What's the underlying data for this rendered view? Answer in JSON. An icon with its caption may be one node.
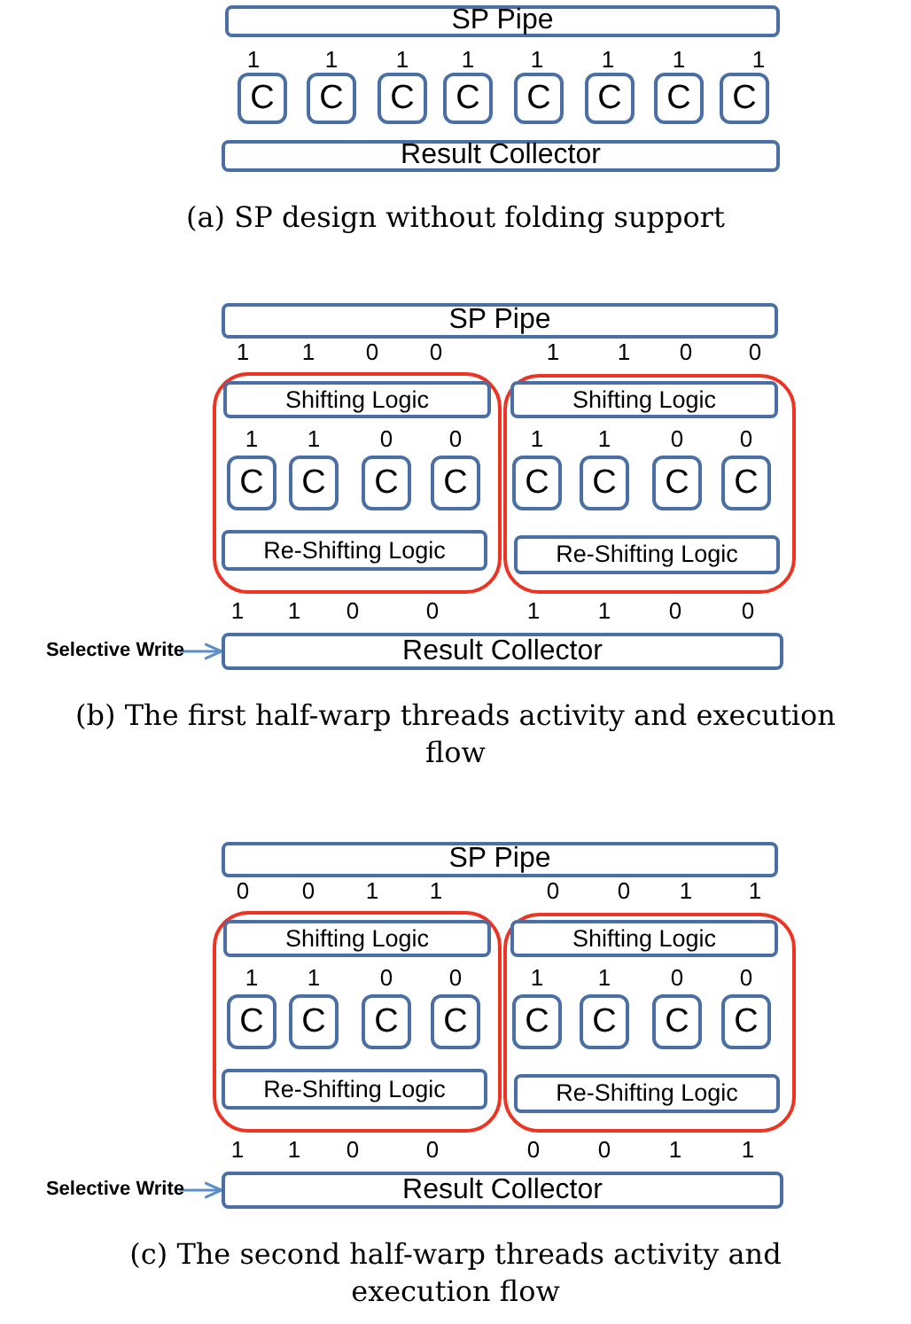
{
  "diagram": {
    "nodes": [
      {
        "text": [
          "SP Pipe"
        ]
      },
      {
        "text": [
          "C"
        ]
      },
      {
        "text": [
          "C"
        ]
      },
      {
        "text": [
          "C"
        ]
      },
      {
        "text": [
          "C"
        ]
      },
      {
        "text": [
          "C"
        ]
      },
      {
        "text": [
          "C"
        ]
      },
      {
        "text": [
          "C"
        ]
      },
      {
        "text": [
          "C"
        ]
      },
      {
        "text": [
          "Result Collector"
        ]
      },
      {
        "text": [
          "SP Pipe"
        ]
      },
      {
        "text": [],
        "shape": "box"
      },
      {
        "text": [
          "Shifting Logic"
        ],
        "in": 11
      },
      {
        "text": [
          "C"
        ],
        "in": 11
      },
      {
        "text": [
          "C"
        ],
        "in": 11
      },
      {
        "text": [
          "C"
        ],
        "in": 11
      },
      {
        "text": [
          "C"
        ],
        "in": 11
      },
      {
        "text": [
          "Re-Shifting Logic"
        ],
        "in": 11
      },
      {
        "text": [],
        "shape": "box"
      },
      {
        "text": [
          "Shifting Logic"
        ],
        "in": 18
      },
      {
        "text": [
          "C"
        ],
        "in": 18
      },
      {
        "text": [
          "C"
        ],
        "in": 18
      },
      {
        "text": [
          "C"
        ],
        "in": 18
      },
      {
        "text": [
          "C"
        ],
        "in": 18
      },
      {
        "text": [
          "Re-Shifting Logic"
        ],
        "in": 18
      },
      {
        "text": [
          "Selective Write"
        ]
      },
      {
        "text": [
          "Result Collector"
        ]
      },
      {
        "text": [
          "SP Pipe"
        ]
      },
      {
        "text": [],
        "shape": "box"
      },
      {
        "text": [
          "Shifting Logic"
        ],
        "in": 28
      },
      {
        "text": [
          "C"
        ],
        "in": 28
      },
      {
        "text": [
          "C"
        ],
        "in": 28
      },
      {
        "text": [
          "C"
        ],
        "in": 28
      },
      {
        "text": [
          "C"
        ],
        "in": 28
      },
      {
        "text": [
          "Re-Shifting Logic"
        ],
        "in": 28
      },
      {
        "text": [],
        "shape": "box"
      },
      {
        "text": [
          "Shifting Logic"
        ],
        "in": 35
      },
      {
        "text": [
          "C"
        ],
        "in": 35
      },
      {
        "text": [
          "C"
        ],
        "in": 35
      },
      {
        "text": [
          "C"
        ],
        "in": 35
      },
      {
        "text": [
          "C"
        ],
        "in": 35
      },
      {
        "text": [
          "Re-Shifting Logic"
        ],
        "in": 35
      },
      {
        "text": [
          "Selective Write"
        ]
      },
      {
        "text": [
          "Result Collector"
        ]
      }
    ],
    "edges": [
      {
        "from": 25,
        "to": 26,
        "arrow": "to"
      },
      {
        "from": 42,
        "to": 43,
        "arrow": "to"
      }
    ],
    "labels": [
      "1",
      "1",
      "1",
      "1",
      "1",
      "1",
      "1",
      "1",
      "(a) SP design without folding support",
      "1",
      "1",
      "0",
      "0",
      "1",
      "1",
      "0",
      "0",
      "1",
      "1",
      "0",
      "0",
      "1",
      "1",
      "0",
      "0",
      "1",
      "1",
      "0",
      "0",
      "1",
      "1",
      "0",
      "0",
      "(b) The first half-warp threads activity and execution flow",
      "0",
      "0",
      "1",
      "1",
      "0",
      "0",
      "1",
      "1",
      "1",
      "1",
      "0",
      "0",
      "1",
      "1",
      "0",
      "0",
      "1",
      "1",
      "0",
      "0",
      "0",
      "0",
      "1",
      "1",
      "(c) The second half-warp threads activity and execution flow"
    ]
  }
}
